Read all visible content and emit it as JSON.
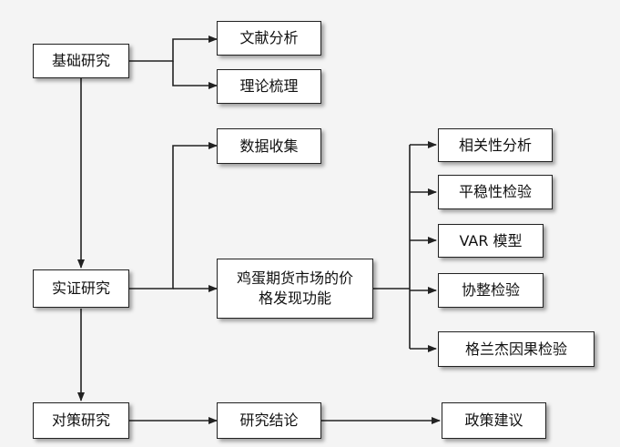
{
  "nodes": {
    "basic": "基础研究",
    "literature": "文献分析",
    "theory": "理论梳理",
    "data_collection": "数据收集",
    "empirical": "实证研究",
    "price_discovery": "鸡蛋期货市场的价格发现功能",
    "correlation": "相关性分析",
    "stationarity": "平稳性检验",
    "var_model": "VAR 模型",
    "cointegration": "协整检验",
    "granger": "格兰杰因果检验",
    "policy": "对策研究",
    "conclusion": "研究结论",
    "suggestion": "政策建议"
  },
  "colors": {
    "line": "#222222",
    "box_border": "#222222",
    "background": "#f4f4f4"
  }
}
